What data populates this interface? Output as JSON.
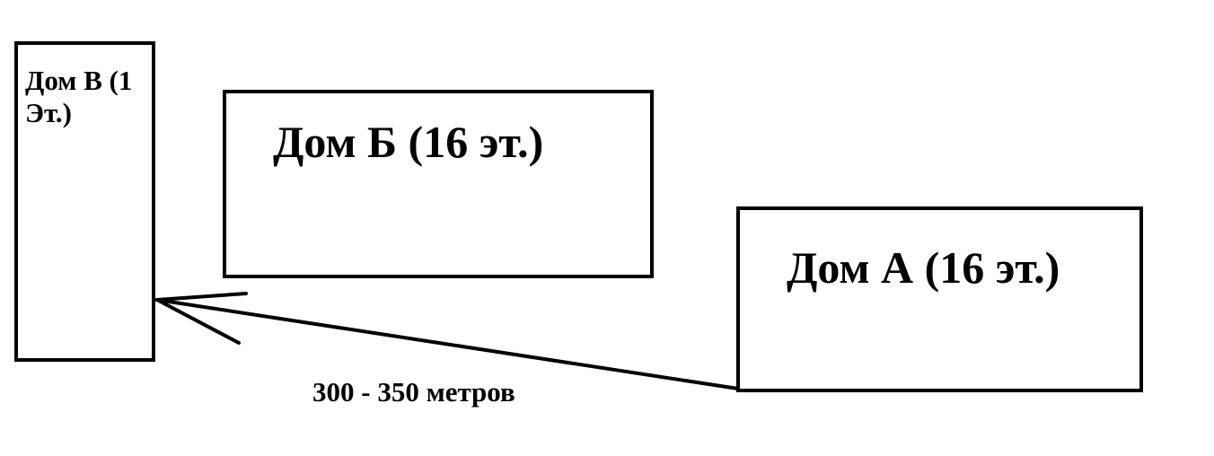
{
  "diagram": {
    "houses": [
      {
        "id": "v",
        "label": "Дом В (1 Эт.)"
      },
      {
        "id": "b",
        "label": "Дом Б (16 эт.)"
      },
      {
        "id": "a",
        "label": "Дом А (16 эт.)"
      }
    ],
    "distance": {
      "from": "a",
      "to": "v",
      "label": "300 - 350 метров"
    }
  }
}
